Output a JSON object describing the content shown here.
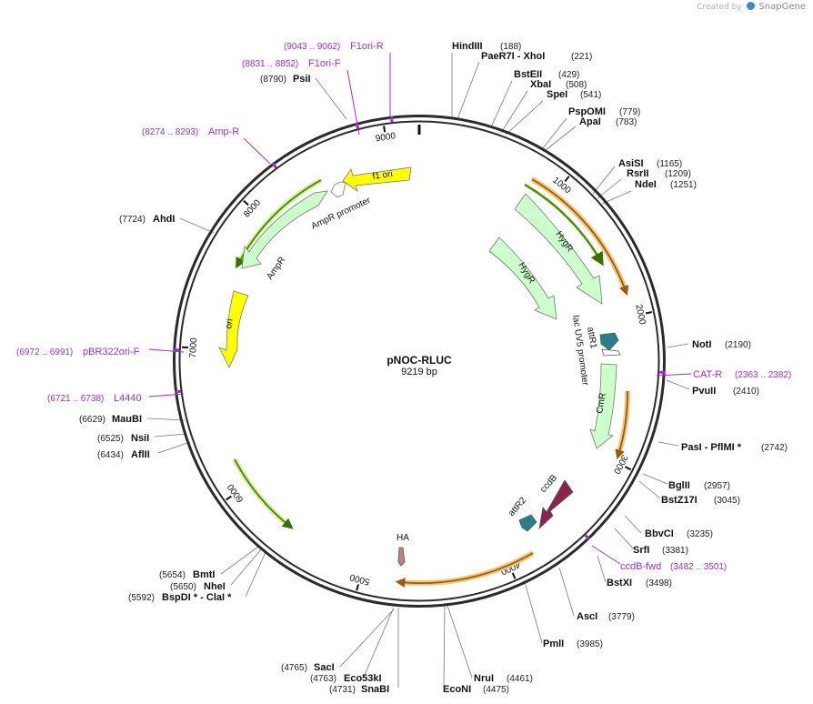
{
  "plasmid": {
    "name": "pNOC-RLUC",
    "size_label": "9219 bp",
    "length": 9219
  },
  "credit": {
    "prefix": "Created by",
    "brand": "SnapGene"
  },
  "ticks": [
    {
      "pos": 1000,
      "label": "1000"
    },
    {
      "pos": 2000,
      "label": "2000"
    },
    {
      "pos": 3000,
      "label": "3000"
    },
    {
      "pos": 4000,
      "label": "4000"
    },
    {
      "pos": 5000,
      "label": "5000"
    },
    {
      "pos": 6000,
      "label": "6000"
    },
    {
      "pos": 7000,
      "label": "7000"
    },
    {
      "pos": 8000,
      "label": "8000"
    },
    {
      "pos": 9000,
      "label": "9000"
    }
  ],
  "sites": [
    {
      "name": "HindIII",
      "pos_label": "(188)",
      "pos": 188
    },
    {
      "name": "PaeR7I",
      "extra": " - XhoI",
      "pos_label": "(221)",
      "pos": 221
    },
    {
      "name": "BstEII",
      "pos_label": "(429)",
      "pos": 429
    },
    {
      "name": "XbaI",
      "pos_label": "(508)",
      "pos": 508
    },
    {
      "name": "SpeI",
      "pos_label": "(541)",
      "pos": 541
    },
    {
      "name": "PspOMI",
      "pos_label": "(779)",
      "pos": 779
    },
    {
      "name": "ApaI",
      "pos_label": "(783)",
      "pos": 783
    },
    {
      "name": "AsiSI",
      "pos_label": "(1165)",
      "pos": 1165
    },
    {
      "name": "RsrII",
      "pos_label": "(1209)",
      "pos": 1209
    },
    {
      "name": "NdeI",
      "pos_label": "(1251)",
      "pos": 1251
    },
    {
      "name": "NotI",
      "pos_label": "(2190)",
      "pos": 2190
    },
    {
      "name": "PvuII",
      "pos_label": "(2410)",
      "pos": 2410
    },
    {
      "name": "PasI",
      "extra": " - PflMI *",
      "pos_label": "(2742)",
      "pos": 2742
    },
    {
      "name": "BglII",
      "pos_label": "(2957)",
      "pos": 2957
    },
    {
      "name": "BstZ17I",
      "pos_label": "(3045)",
      "pos": 3045
    },
    {
      "name": "BbvCI",
      "pos_label": "(3235)",
      "pos": 3235
    },
    {
      "name": "SrfI",
      "pos_label": "(3381)",
      "pos": 3381
    },
    {
      "name": "BstXI",
      "pos_label": "(3498)",
      "pos": 3498
    },
    {
      "name": "AscI",
      "pos_label": "(3779)",
      "pos": 3779
    },
    {
      "name": "PmlI",
      "pos_label": "(3985)",
      "pos": 3985
    },
    {
      "name": "NruI",
      "pos_label": "(4461)",
      "pos": 4461
    },
    {
      "name": "EcoNI",
      "pos_label": "(4475)",
      "pos": 4475
    },
    {
      "name": "SnaBI",
      "pos_label": "(4731)",
      "pos": 4731
    },
    {
      "name": "Eco53kI",
      "pos_label": "(4763)",
      "pos": 4763
    },
    {
      "name": "SacI",
      "pos_label": "(4765)",
      "pos": 4765
    },
    {
      "name": "BspDI *",
      "extra": " - ClaI *",
      "pos_label": "(5592)",
      "pos": 5592
    },
    {
      "name": "NheI",
      "pos_label": "(5650)",
      "pos": 5650
    },
    {
      "name": "BmtI",
      "pos_label": "(5654)",
      "pos": 5654
    },
    {
      "name": "AflII",
      "pos_label": "(6434)",
      "pos": 6434
    },
    {
      "name": "NsiI",
      "pos_label": "(6525)",
      "pos": 6525
    },
    {
      "name": "MauBI",
      "pos_label": "(6629)",
      "pos": 6629
    },
    {
      "name": "AhdI",
      "pos_label": "(7724)",
      "pos": 7724
    },
    {
      "name": "PsiI",
      "pos_label": "(8790)",
      "pos": 8790
    }
  ],
  "primers": [
    {
      "name": "F1ori-R",
      "range": "(9043 .. 9062)",
      "start": 9043,
      "end": 9062
    },
    {
      "name": "F1ori-F",
      "range": "(8831 .. 8852)",
      "start": 8831,
      "end": 8852
    },
    {
      "name": "Amp-R",
      "range": "(8274 .. 8293)",
      "start": 8274,
      "end": 8293
    },
    {
      "name": "pBR322ori-F",
      "range": "(6972 .. 6991)",
      "start": 6972,
      "end": 6991
    },
    {
      "name": "L4440",
      "range": "(6721 .. 6738)",
      "start": 6721,
      "end": 6738
    },
    {
      "name": "CAT-R",
      "range": "(2363 .. 2382)",
      "start": 2363,
      "end": 2382
    },
    {
      "name": "ccdB-fwd",
      "range": "(3482 .. 3501)",
      "start": 3482,
      "end": 3501
    }
  ],
  "features": [
    {
      "name": "f1 ori",
      "color": "#ffff00"
    },
    {
      "name": "AmpR promoter",
      "color": "#ffffff"
    },
    {
      "name": "AmpR",
      "color": "#ccffcc"
    },
    {
      "name": "ori",
      "color": "#ffff00"
    },
    {
      "name": "HygR",
      "color": "#ccffcc"
    },
    {
      "name": "HygR",
      "color": "#ccffcc"
    },
    {
      "name": "attR1",
      "color": "#2a7f8f"
    },
    {
      "name": "lac UV5 promoter",
      "color": "#ffffff"
    },
    {
      "name": "CmR",
      "color": "#ccffcc"
    },
    {
      "name": "ccdB",
      "color": "#8b2252"
    },
    {
      "name": "attR2",
      "color": "#2a7f8f"
    },
    {
      "name": "HA",
      "color": "#c08080"
    }
  ],
  "colors": {
    "backbone": "#2b2b2b",
    "primer": "#a030c8",
    "gene_arc": "#4f8f00",
    "orf_arc": "#e8a030",
    "orf_arc_dark": "#9a5a10"
  }
}
